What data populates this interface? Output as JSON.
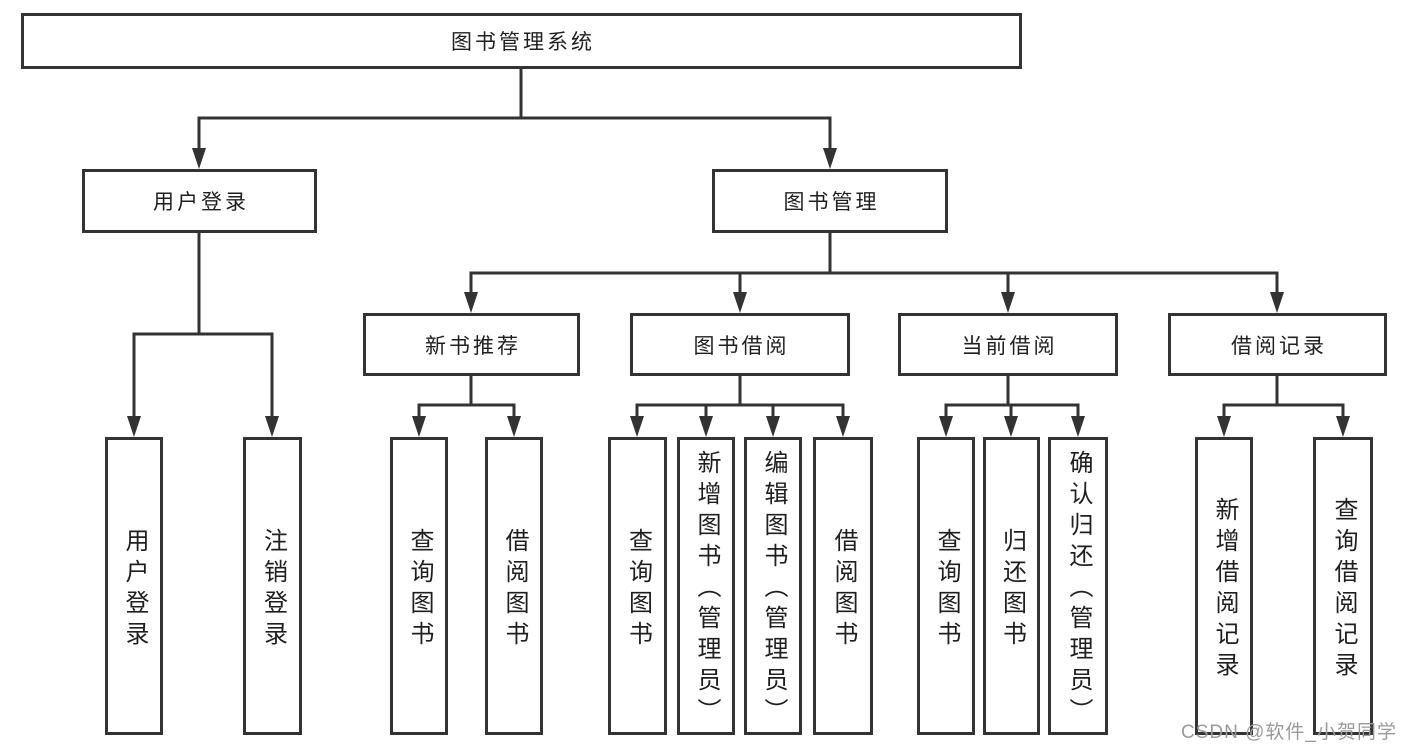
{
  "diagram": {
    "root": {
      "label": "图书管理系统"
    },
    "level2": [
      {
        "label": "用户登录",
        "children": [
          {
            "label": "用户登录"
          },
          {
            "label": "注销登录"
          }
        ]
      },
      {
        "label": "图书管理",
        "children": [
          {
            "label": "新书推荐",
            "children": [
              {
                "label": "查询图书"
              },
              {
                "label": "借阅图书"
              }
            ]
          },
          {
            "label": "图书借阅",
            "children": [
              {
                "label": "查询图书"
              },
              {
                "label": "新增图书（管理员）"
              },
              {
                "label": "编辑图书（管理员）"
              },
              {
                "label": "借阅图书"
              }
            ]
          },
          {
            "label": "当前借阅",
            "children": [
              {
                "label": "查询图书"
              },
              {
                "label": "归还图书"
              },
              {
                "label": "确认归还（管理员）"
              }
            ]
          },
          {
            "label": "借阅记录",
            "children": [
              {
                "label": "新增借阅记录"
              },
              {
                "label": "查询借阅记录"
              }
            ]
          }
        ]
      }
    ]
  },
  "watermark": {
    "text": "CSDN @软件_小贺同学"
  },
  "colors": {
    "line": "#333333",
    "text": "#1f1f1f",
    "watermark": "#9a9a9a",
    "background": "#ffffff"
  }
}
